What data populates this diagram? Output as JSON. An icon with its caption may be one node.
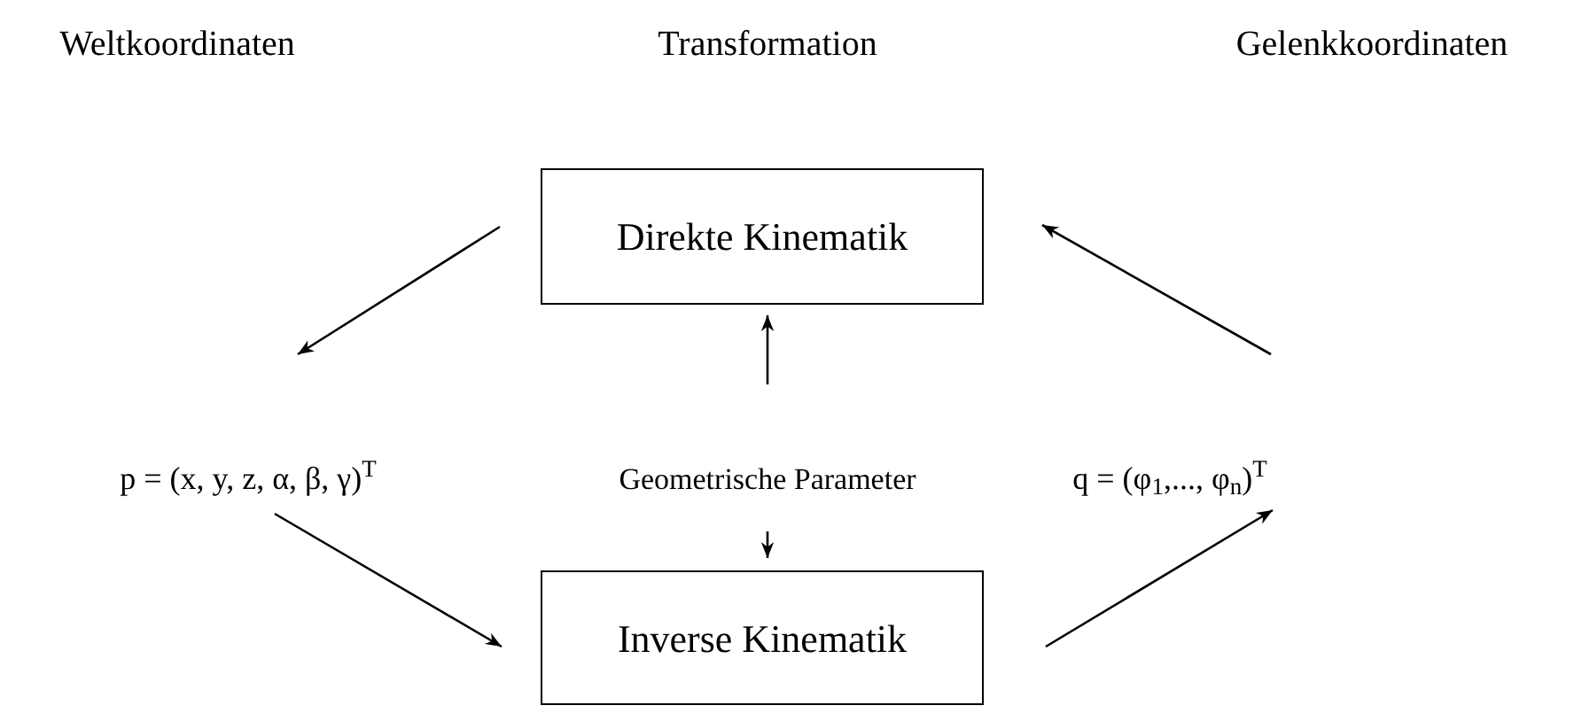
{
  "diagram": {
    "nodes": [
      {
        "text": [
          "Direkte Kinematik"
        ]
      },
      {
        "text": [
          "Inverse Kinematik"
        ]
      },
      {
        "text": [
          "p = (x, y, z, α, β, γ)$^{T}$"
        ]
      },
      {
        "text": [
          "Geometrische Parameter"
        ]
      },
      {
        "text": [
          "q = (φ$_{1}$,..., φ$_{n}$)$^{T}$"
        ]
      }
    ],
    "edges": [
      {
        "from": 0,
        "to": 2,
        "arrow": "to"
      },
      {
        "from": 2,
        "to": 1,
        "arrow": "to"
      },
      {
        "from": 1,
        "to": 4,
        "arrow": "to"
      },
      {
        "from": 4,
        "to": 0,
        "arrow": "to"
      },
      {
        "from": 3,
        "to": 0,
        "arrow": "to"
      },
      {
        "from": 3,
        "to": 1,
        "arrow": "to"
      }
    ],
    "labels": [
      "Weltkoordinaten",
      "Transformation",
      "Gelenkkoordinaten"
    ]
  }
}
